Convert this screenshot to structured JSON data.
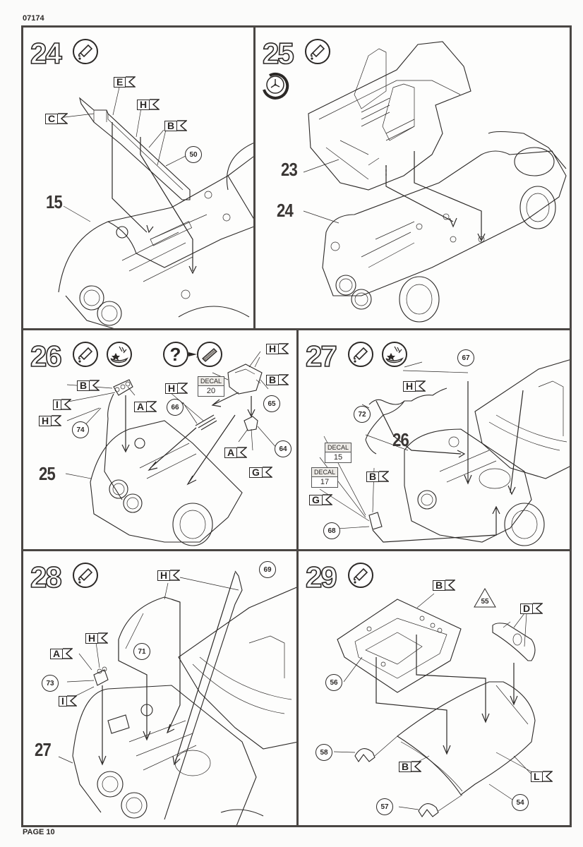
{
  "document": {
    "kit_number": "07174",
    "page_label": "PAGE 10"
  },
  "icons": {
    "glue": "glue-tube-icon",
    "decal_water": "decal-water-icon",
    "optional": "question-icon",
    "clock": "drying-time-clock-icon",
    "decal_sheet": "decal-sheet-icon"
  },
  "steps": [
    {
      "number": "24",
      "icons": [
        "glue"
      ],
      "assembly_ref": "15",
      "part_tags": [
        "E",
        "H",
        "C",
        "B"
      ],
      "part_numbers": [
        "50"
      ]
    },
    {
      "number": "25",
      "icons": [
        "glue",
        "clock"
      ],
      "assembly_refs": [
        "23",
        "24"
      ]
    },
    {
      "number": "26",
      "icons": [
        "glue",
        "decal_water",
        "optional",
        "decal_sheet"
      ],
      "assembly_ref": "25",
      "part_tags": [
        "B",
        "I",
        "H",
        "A",
        "H",
        "H",
        "B",
        "A",
        "G"
      ],
      "part_numbers": [
        "74",
        "66",
        "65",
        "64"
      ],
      "decals": [
        {
          "label": "DECAL",
          "number": "20"
        }
      ]
    },
    {
      "number": "27",
      "icons": [
        "glue",
        "decal_water"
      ],
      "assembly_ref": "26",
      "part_tags": [
        "H",
        "B",
        "G"
      ],
      "part_numbers": [
        "67",
        "72",
        "68"
      ],
      "decals": [
        {
          "label": "DECAL",
          "number": "15"
        },
        {
          "label": "DECAL",
          "number": "17"
        }
      ]
    },
    {
      "number": "28",
      "icons": [
        "glue"
      ],
      "assembly_ref": "27",
      "part_tags": [
        "H",
        "H",
        "A",
        "I"
      ],
      "part_numbers": [
        "69",
        "71",
        "73"
      ]
    },
    {
      "number": "29",
      "icons": [
        "glue"
      ],
      "part_tags": [
        "B",
        "D",
        "B",
        "L"
      ],
      "part_numbers": [
        "55",
        "56",
        "58",
        "57",
        "54"
      ]
    }
  ]
}
